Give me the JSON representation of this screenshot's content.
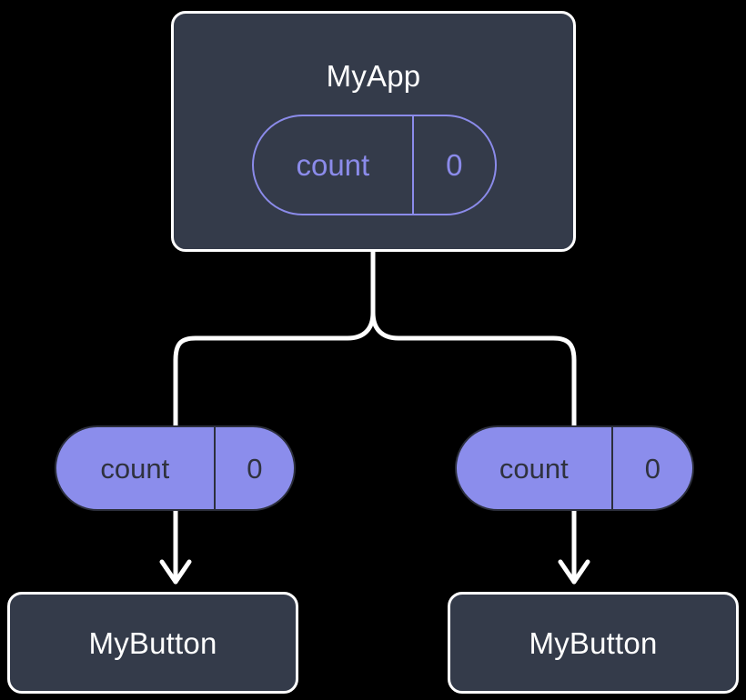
{
  "diagram": {
    "title": "component-state-props-tree",
    "background_color": "#000000",
    "colors": {
      "component_fill": "#343b4a",
      "component_border": "#ffffff",
      "accent_periwinkle": "#8b8dec",
      "pill_outline_stroke": "#8b8bea",
      "pill_filled_text": "#2f323e",
      "edge_color": "#ffffff"
    },
    "nodes": {
      "root": {
        "label": "MyApp",
        "state_pill": {
          "key": "count",
          "value": "0",
          "style": "outline"
        }
      },
      "left_child": {
        "label": "MyButton",
        "props_pill": {
          "key": "count",
          "value": "0",
          "style": "filled"
        }
      },
      "right_child": {
        "label": "MyButton",
        "props_pill": {
          "key": "count",
          "value": "0",
          "style": "filled"
        }
      }
    },
    "edges": [
      {
        "from": "root",
        "to": "left_child",
        "arrow": true
      },
      {
        "from": "root",
        "to": "right_child",
        "arrow": true
      }
    ]
  }
}
